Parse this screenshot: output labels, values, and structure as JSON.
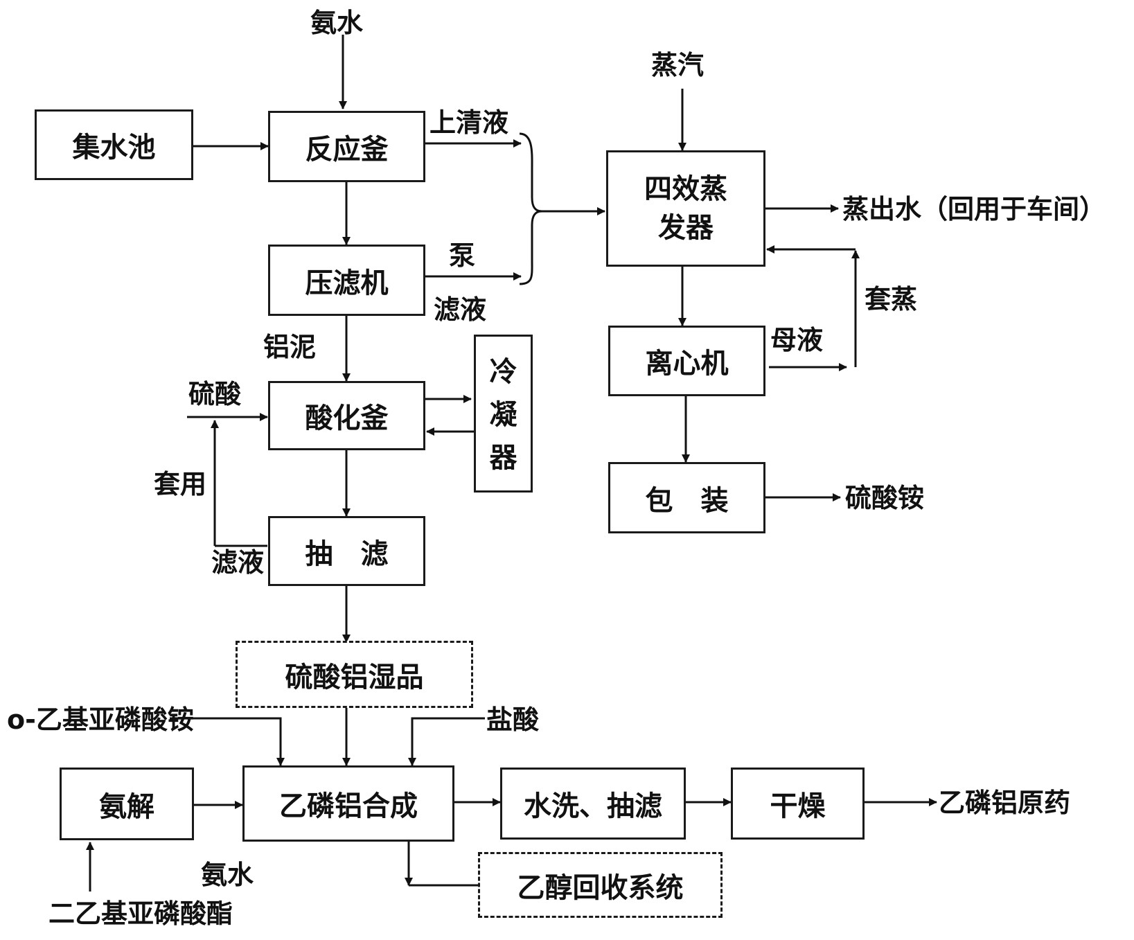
{
  "boxes": {
    "collection_pool": "集水池",
    "reaction_kettle": "反应釜",
    "filter_press": "压滤机",
    "acidification_kettle": "酸化釜",
    "condenser": "冷凝器",
    "suction_filter": "抽　滤",
    "al_sulfate_wet": "硫酸铝湿品",
    "evaporator_line1": "四效蒸",
    "evaporator_line2": "发器",
    "centrifuge": "离心机",
    "packaging": "包　装",
    "ammonolysis": "氨解",
    "fosetyl_synthesis": "乙磷铝合成",
    "wash_filter": "水洗、抽滤",
    "drying": "干燥",
    "ethanol_recovery": "乙醇回收系统"
  },
  "labels": {
    "ammonia_water_top": "氨水",
    "steam": "蒸汽",
    "supernatant": "上清液",
    "pump": "泵",
    "filtrate_press": "滤液",
    "aluminum_sludge": "铝泥",
    "sulfuric_acid": "硫酸",
    "reuse": "套用",
    "filtrate_suction": "滤液",
    "evaporated_water": "蒸出水（回用于车间）",
    "recycle_evaporate": "套蒸",
    "mother_liquor": "母液",
    "ammonium_sulfate": "硫酸铵",
    "o_ethyl_phosphite_ammonium": "o-乙基亚磷酸铵",
    "hydrochloric_acid": "盐酸",
    "ammonia_water_bottom": "氨水",
    "diethyl_phosphite": "二乙基亚磷酸酯",
    "fosetyl_al_technical": "乙磷铝原药"
  }
}
